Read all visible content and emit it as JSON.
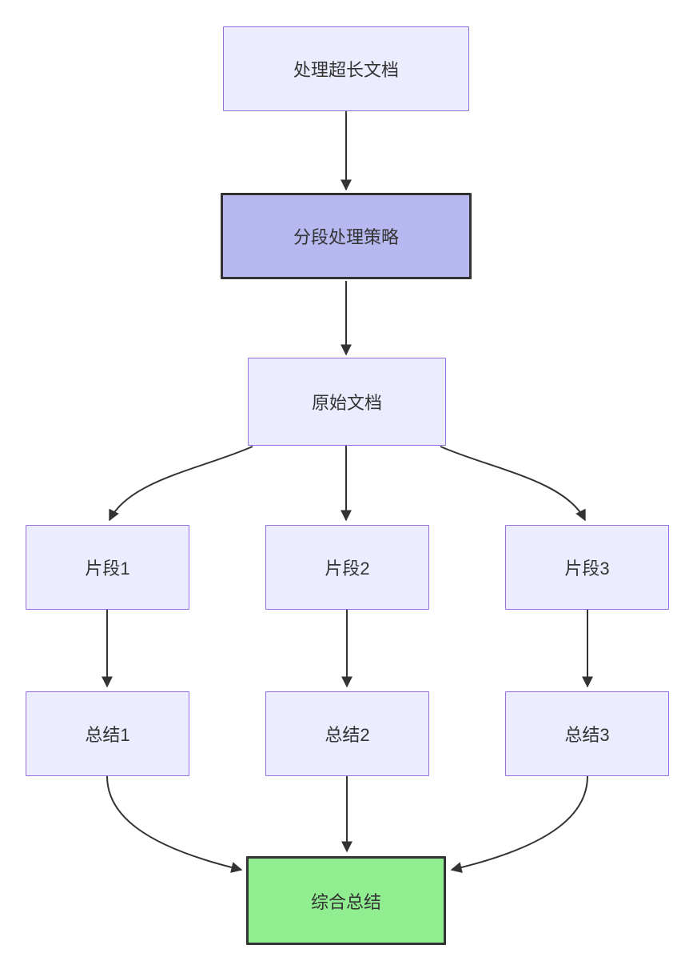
{
  "diagram": {
    "type": "flowchart",
    "direction": "top-down",
    "nodes": {
      "a": {
        "label": "处理超长文档",
        "style": "default"
      },
      "b": {
        "label": "分段处理策略",
        "style": "emphasis"
      },
      "c": {
        "label": "原始文档",
        "style": "default"
      },
      "s1": {
        "label": "片段1",
        "style": "default"
      },
      "s2": {
        "label": "片段2",
        "style": "default"
      },
      "s3": {
        "label": "片段3",
        "style": "default"
      },
      "z1": {
        "label": "总结1",
        "style": "default"
      },
      "z2": {
        "label": "总结2",
        "style": "default"
      },
      "z3": {
        "label": "总结3",
        "style": "default"
      },
      "d": {
        "label": "综合总结",
        "style": "success"
      }
    },
    "edges": [
      {
        "from": "处理超长文档",
        "to": "分段处理策略"
      },
      {
        "from": "分段处理策略",
        "to": "原始文档"
      },
      {
        "from": "原始文档",
        "to": "片段1"
      },
      {
        "from": "原始文档",
        "to": "片段2"
      },
      {
        "from": "原始文档",
        "to": "片段3"
      },
      {
        "from": "片段1",
        "to": "总结1"
      },
      {
        "from": "片段2",
        "to": "总结2"
      },
      {
        "from": "片段3",
        "to": "总结3"
      },
      {
        "from": "总结1",
        "to": "综合总结"
      },
      {
        "from": "总结2",
        "to": "综合总结"
      },
      {
        "from": "总结3",
        "to": "综合总结"
      }
    ],
    "colors": {
      "node_fill": "#ECECFF",
      "node_border": "#9370DB",
      "emphasis_fill": "#B8B8F0",
      "emphasis_border": "#333333",
      "success_fill": "#90EE90",
      "success_border": "#333333",
      "edge": "#333333",
      "text": "#333333",
      "background": "#ffffff"
    }
  }
}
